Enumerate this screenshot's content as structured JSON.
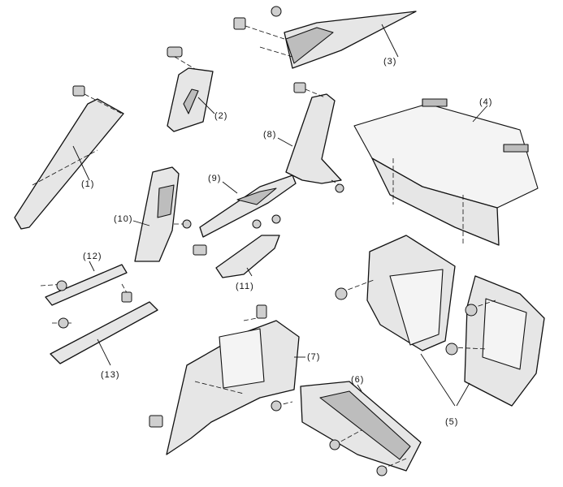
{
  "callouts": {
    "p1": "(1)",
    "p2": "(2)",
    "p3": "(3)",
    "p4": "(4)",
    "p5": "(5)",
    "p6": "(6)",
    "p7": "(7)",
    "p8": "(8)",
    "p9": "(9)",
    "p10": "(10)",
    "p11": "(11)",
    "p12": "(12)",
    "p13": "(13)"
  }
}
